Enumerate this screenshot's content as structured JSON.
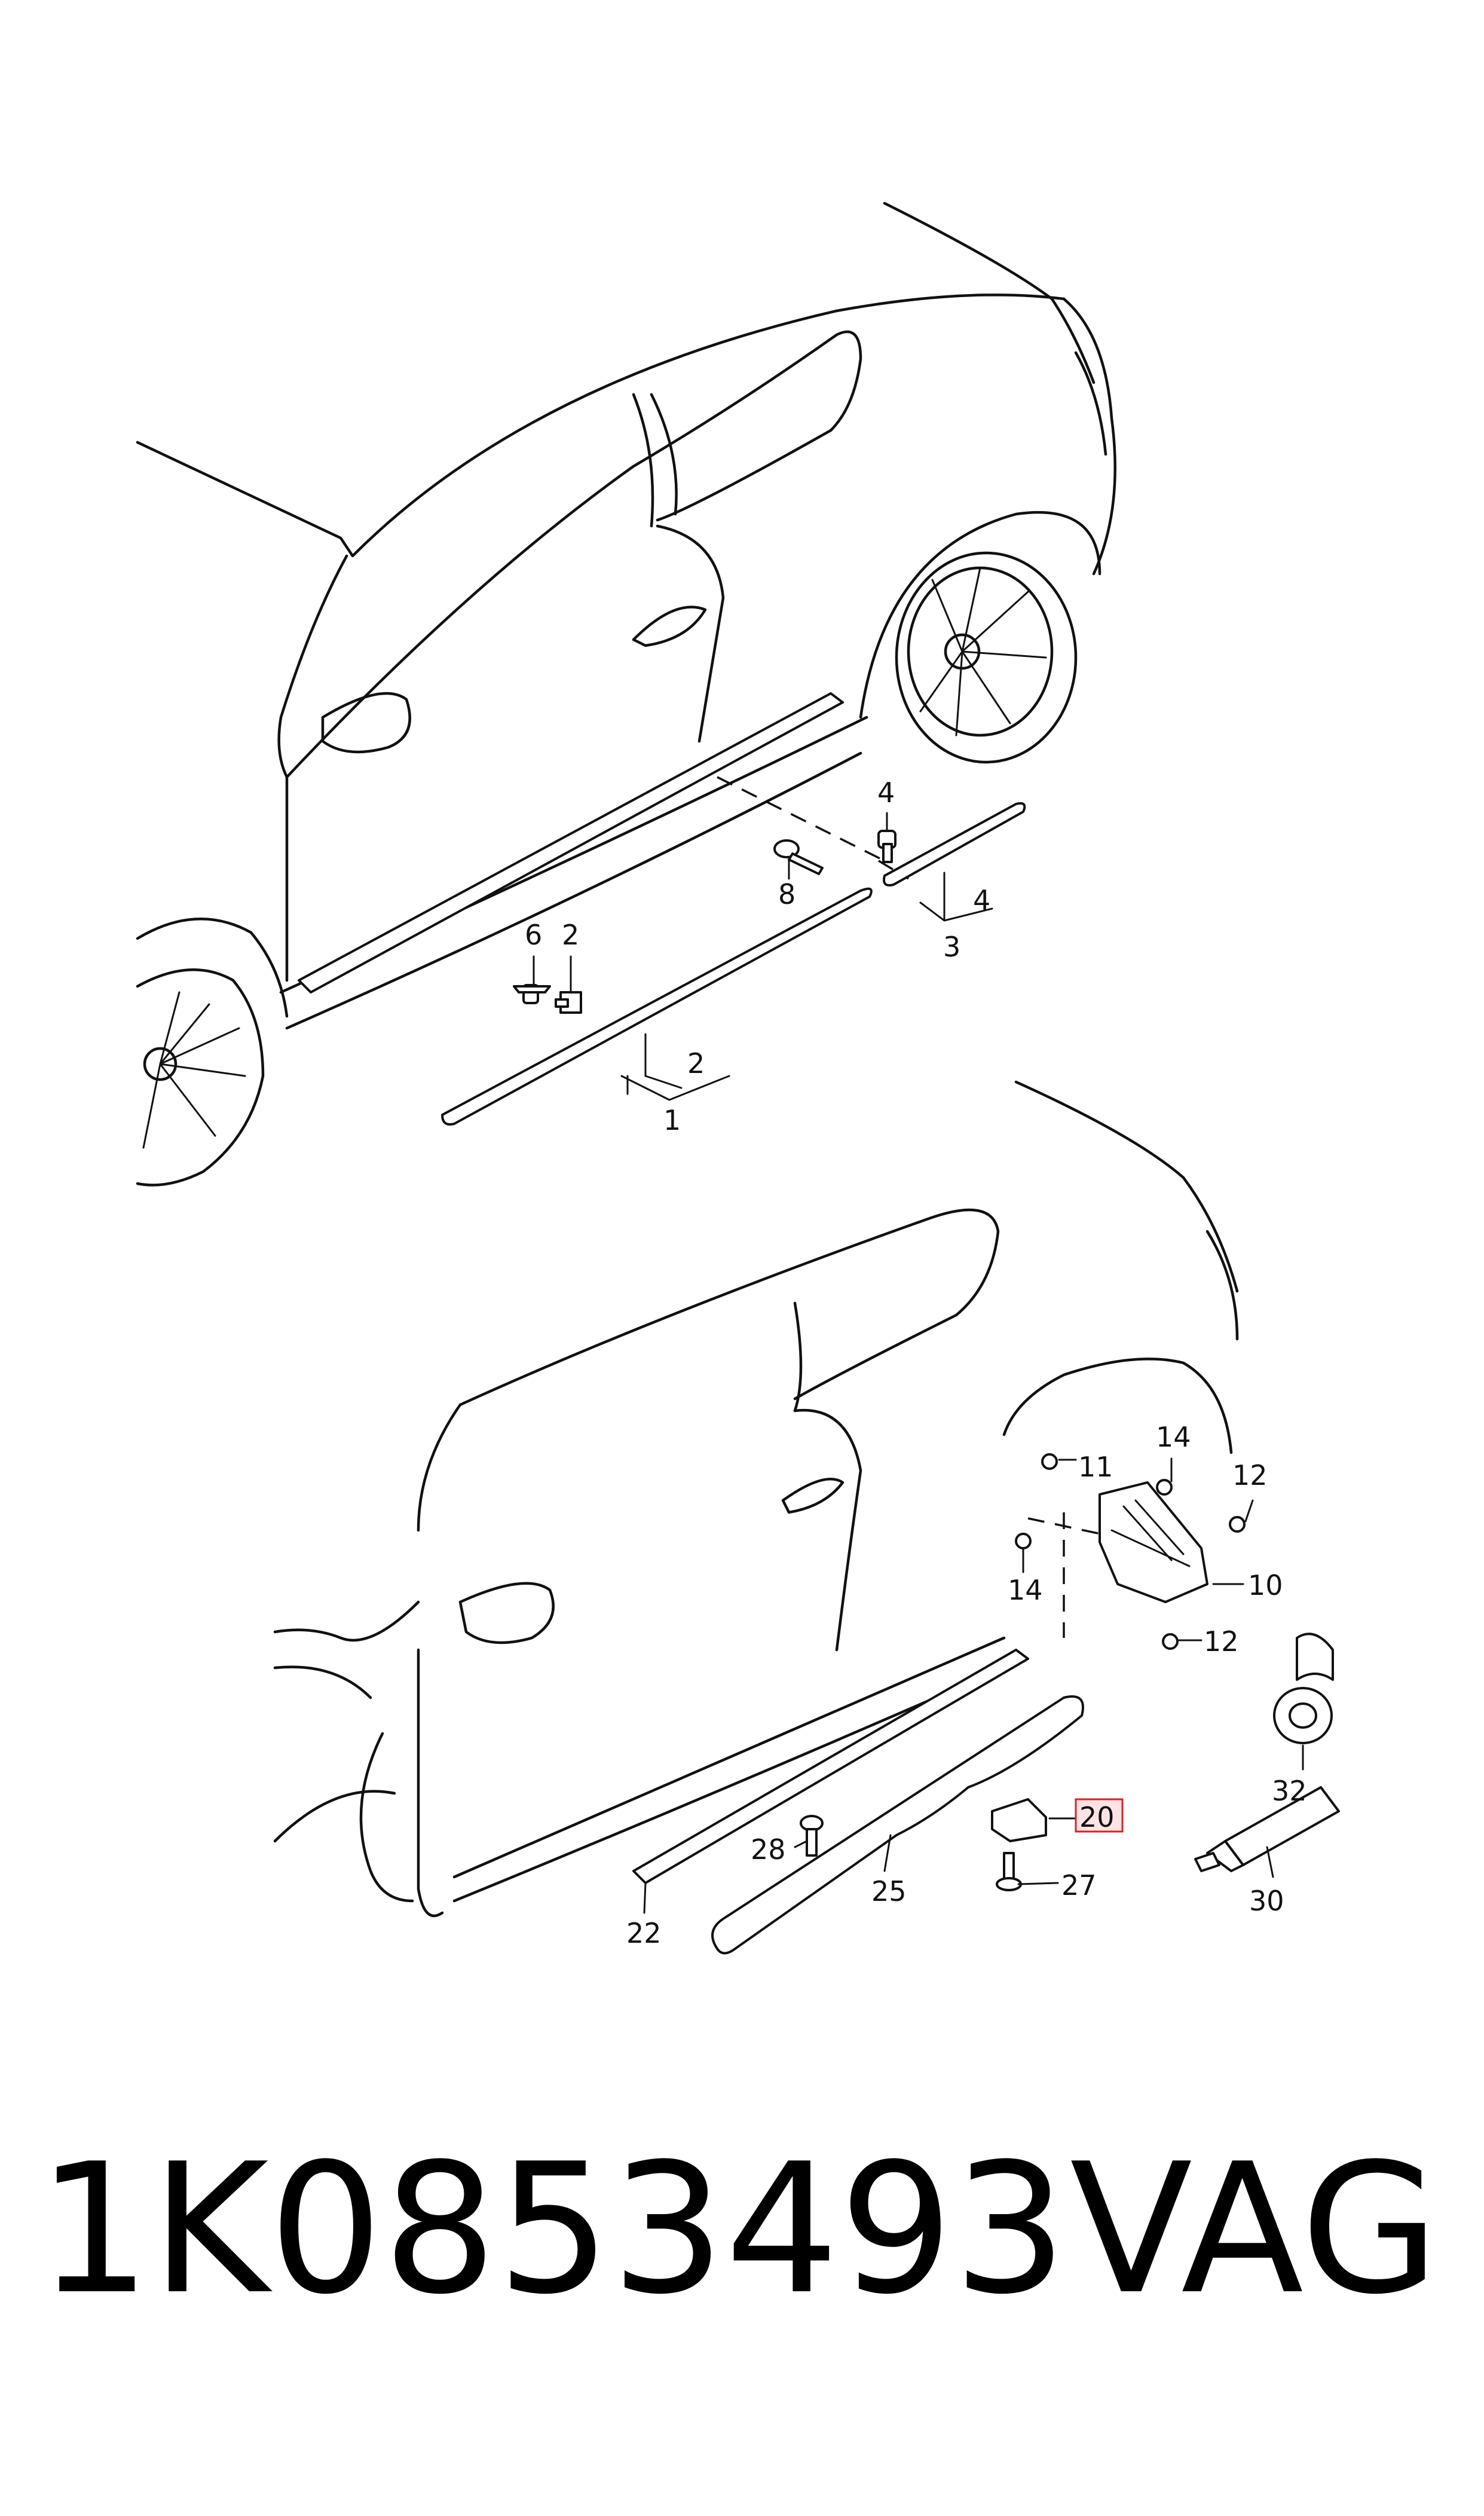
{
  "callouts": {
    "c1": "1",
    "c2a": "2",
    "c2b": "2",
    "c3": "3",
    "c4a": "4",
    "c4b": "4",
    "c6": "6",
    "c8": "8",
    "c10": "10",
    "c11": "11",
    "c12a": "12",
    "c12b": "12",
    "c14a": "14",
    "c14b": "14",
    "c20": "20",
    "c22": "22",
    "c25": "25",
    "c27": "27",
    "c28": "28",
    "c30": "30",
    "c32": "32"
  },
  "highlight": {
    "label": "20",
    "color": "#d2232a"
  },
  "footer": {
    "part_number": "1K0853493",
    "brand": "VAG"
  }
}
